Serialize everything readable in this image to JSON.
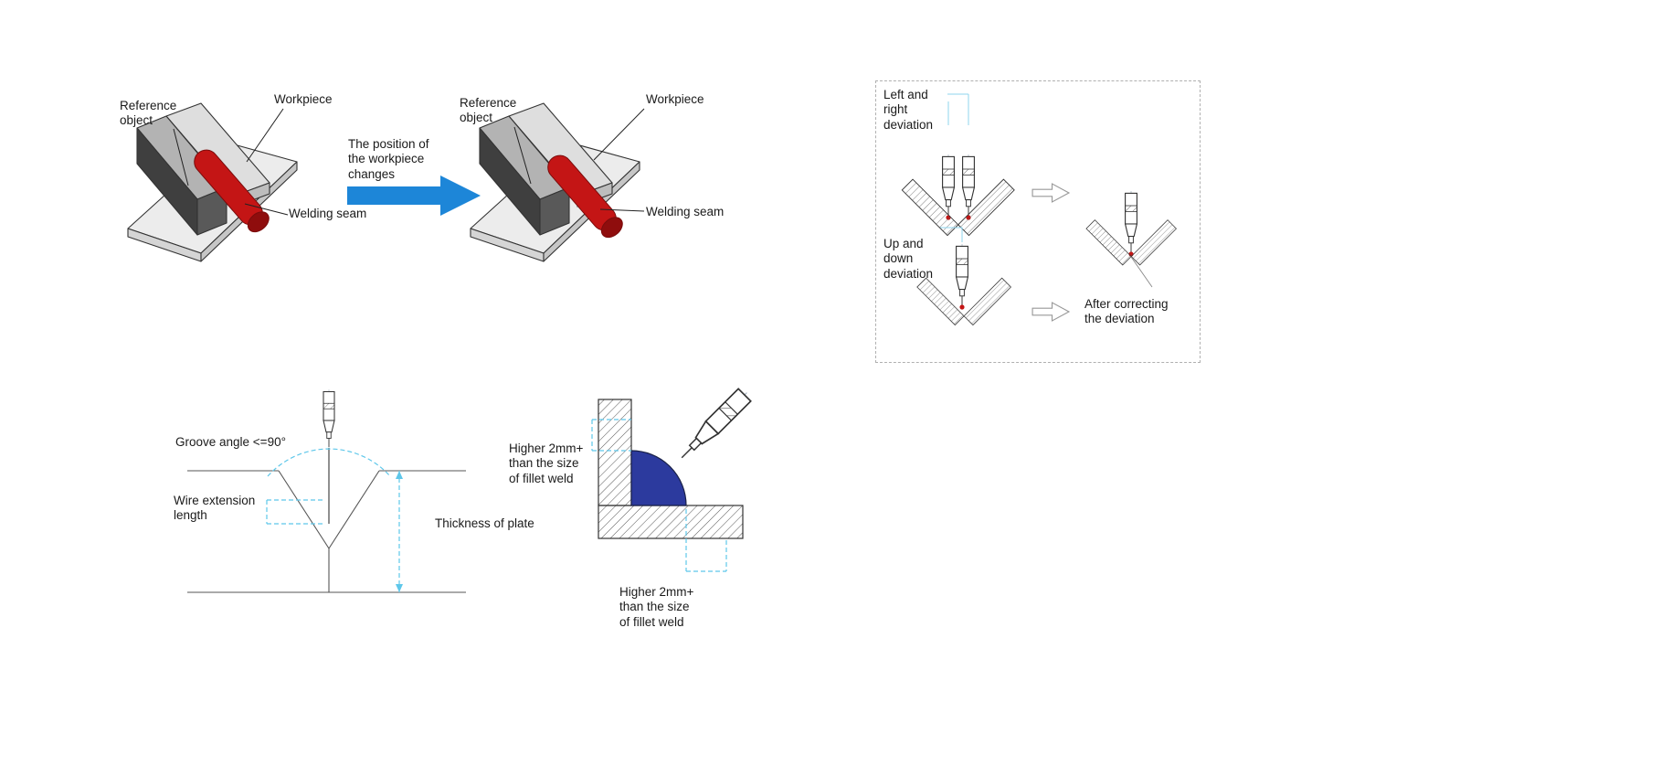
{
  "workpiece_change": {
    "before": {
      "reference_label": "Reference\nobject",
      "workpiece_label": "Workpiece",
      "seam_label": "Welding seam"
    },
    "arrow_text": "The position of\nthe workpiece\nchanges",
    "after": {
      "reference_label": "Reference\nobject",
      "workpiece_label": "Workpiece",
      "seam_label": "Welding seam"
    }
  },
  "deviation_panel": {
    "left_right_label": "Left and\nright\ndeviation",
    "up_down_label": "Up and\ndown\ndeviation",
    "after_label": "After correcting\nthe deviation"
  },
  "groove_diagram": {
    "groove_angle_label": "Groove angle <=90°",
    "wire_extension_label": "Wire extension\nlength",
    "thickness_label": "Thickness of plate"
  },
  "fillet_diagram": {
    "higher_top_label": "Higher 2mm+\nthan the size\nof fillet weld",
    "higher_bottom_label": "Higher 2mm+\nthan the size\nof fillet weld"
  },
  "colors": {
    "seam_red": "#c41515",
    "arrow_blue": "#1d86d8",
    "weld_blue": "#2c3a9e",
    "dimension_cyan": "#5ec7ea",
    "line_dark": "#333333"
  }
}
